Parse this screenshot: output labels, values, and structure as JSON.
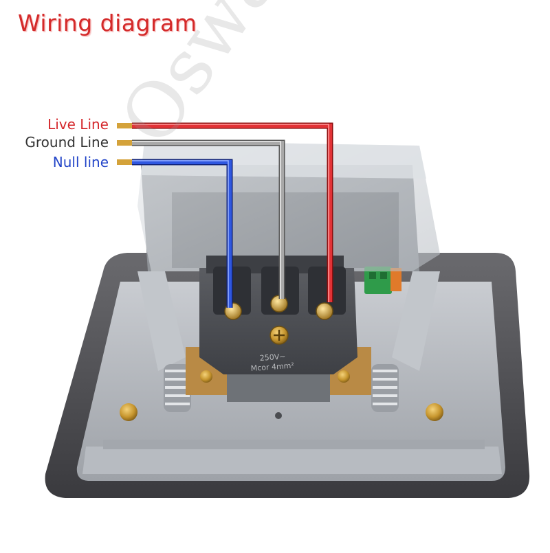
{
  "title": "Wiring diagram",
  "labels": {
    "live": "Live Line",
    "ground": "Ground Line",
    "null": "Null line"
  },
  "watermark": "Oswall",
  "socket_markings": {
    "voltage": "250V~",
    "wire_size": "Mcor 4mm²"
  },
  "colors": {
    "title": "#d42a2a",
    "live": "#d4262a",
    "ground": "#888888",
    "null": "#2345c8"
  }
}
